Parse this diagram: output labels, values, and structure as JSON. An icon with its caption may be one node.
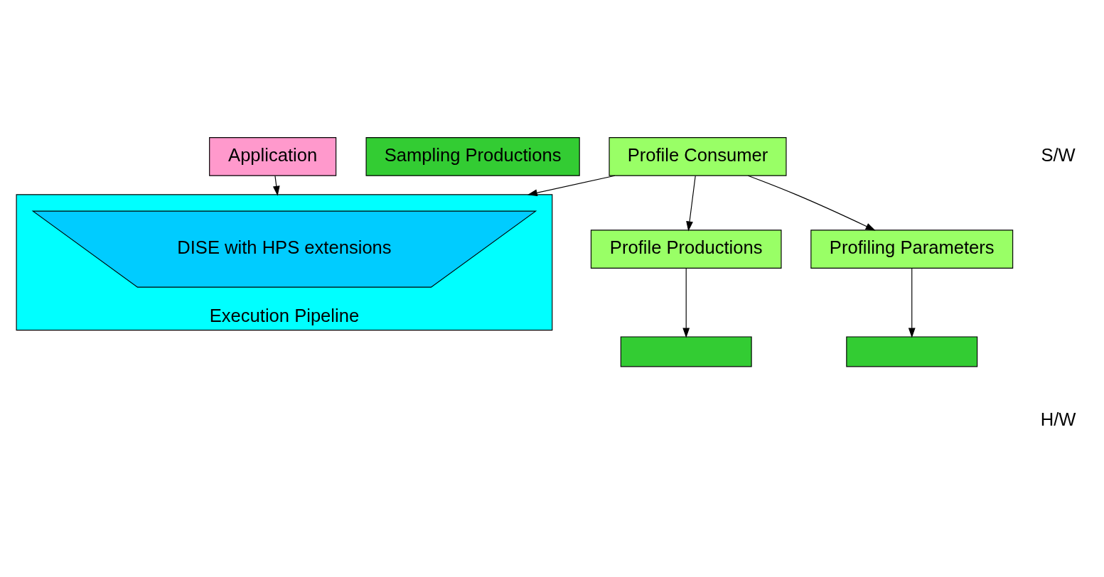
{
  "diagram": {
    "nodes": [
      {
        "text": [
          "Application"
        ]
      },
      {
        "text": [
          "Profile Consumer"
        ]
      },
      {
        "text": [
          "Profile Productions"
        ]
      },
      {
        "text": [
          "Profiling Parameters"
        ]
      },
      {
        "text": [
          "Sampling Productions"
        ]
      },
      {
        "text": [],
        "shape": "box"
      },
      {
        "text": [],
        "shape": "box"
      },
      {
        "text": [
          "Execution Pipeline"
        ]
      },
      {
        "text": [
          "DISE with HPS extensions"
        ],
        "in": 7
      }
    ],
    "edges": [
      {
        "from": 1,
        "to": 2,
        "arrow": "to"
      },
      {
        "from": 1,
        "to": 3,
        "arrow": "to"
      },
      {
        "from": 2,
        "to": 5,
        "arrow": "to"
      },
      {
        "from": 3,
        "to": 6,
        "arrow": "to"
      },
      {
        "from": 1,
        "to": 7,
        "arrow": "to"
      },
      {
        "from": 0,
        "to": 7,
        "arrow": "to"
      }
    ],
    "labels": [
      "S/W",
      "H/W"
    ]
  }
}
